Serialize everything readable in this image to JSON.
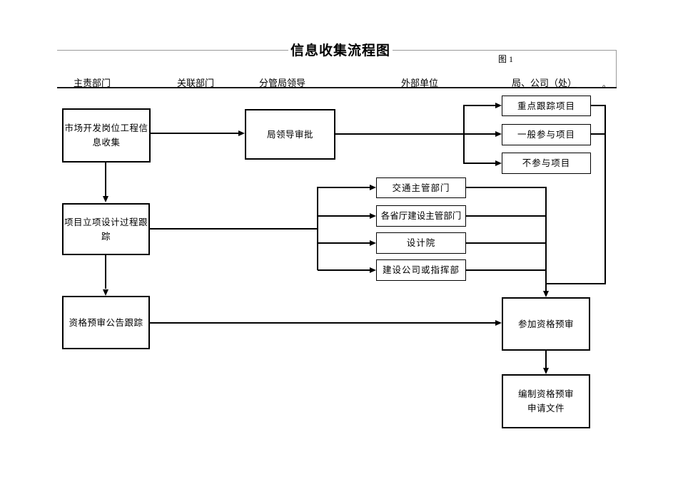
{
  "title": "信息收集流程图",
  "figure_label": "图 1",
  "lanes": {
    "main_dept": "主责部门",
    "related_dept": "关联部门",
    "bureau_leader": "分管局领导",
    "external_unit": "外部单位",
    "bureau_company": "局、公司（处）",
    "period": "。"
  },
  "nodes": {
    "info_collection": "市场开发岗位工程信息收集",
    "leader_approval": "局领导审批",
    "key_tracking": "重点跟踪项目",
    "general_participation": "一般参与项目",
    "no_participation": "不参与项目",
    "project_design_tracking": "项目立项设计过程跟踪",
    "transport_authority": "交通主管部门",
    "provincial_authority": "各省厅建设主管部门",
    "design_institute": "设计院",
    "construction_company": "建设公司或指挥部",
    "prequalification_tracking": "资格预审公告跟踪",
    "attend_prequalification": "参加资格预审",
    "prepare_documents": "编制资格预审\n申请文件"
  },
  "colors": {
    "flow_line": "#000000",
    "frame_line": "#9a9a9a",
    "background": "#ffffff"
  }
}
